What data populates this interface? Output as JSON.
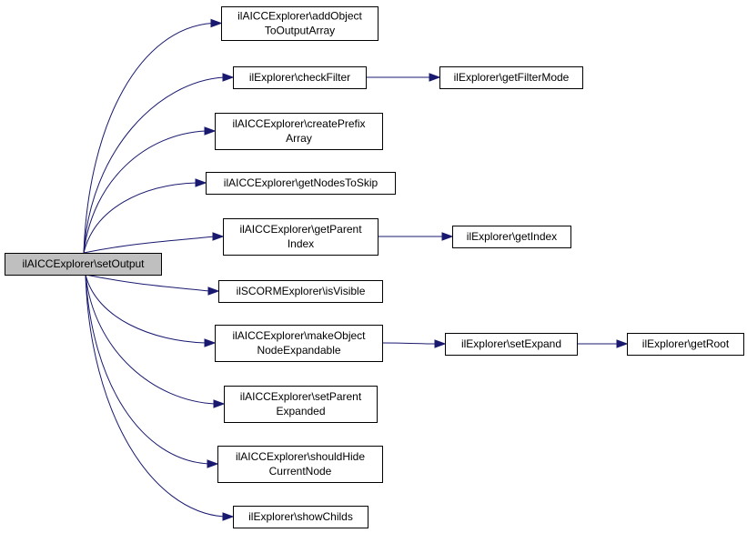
{
  "colors": {
    "edge": "#191970",
    "root_fill": "#bfbfbf",
    "node_fill": "#ffffff",
    "border": "#000000"
  },
  "nodes": [
    {
      "id": "setOutput",
      "lines": [
        "ilAICCExplorer\\setOutput"
      ],
      "root": true
    },
    {
      "id": "addObjectToOutputArray",
      "lines": [
        "ilAICCExplorer\\addObject",
        "ToOutputArray"
      ]
    },
    {
      "id": "checkFilter",
      "lines": [
        "ilExplorer\\checkFilter"
      ]
    },
    {
      "id": "getFilterMode",
      "lines": [
        "ilExplorer\\getFilterMode"
      ]
    },
    {
      "id": "createPrefixArray",
      "lines": [
        "ilAICCExplorer\\createPrefix",
        "Array"
      ]
    },
    {
      "id": "getNodesToSkip",
      "lines": [
        "ilAICCExplorer\\getNodesToSkip"
      ]
    },
    {
      "id": "getParentIndex",
      "lines": [
        "ilAICCExplorer\\getParent",
        "Index"
      ]
    },
    {
      "id": "getIndex",
      "lines": [
        "ilExplorer\\getIndex"
      ]
    },
    {
      "id": "isVisible",
      "lines": [
        "ilSCORMExplorer\\isVisible"
      ]
    },
    {
      "id": "makeObjectNodeExpandable",
      "lines": [
        "ilAICCExplorer\\makeObject",
        "NodeExpandable"
      ]
    },
    {
      "id": "setExpand",
      "lines": [
        "ilExplorer\\setExpand"
      ]
    },
    {
      "id": "getRoot",
      "lines": [
        "ilExplorer\\getRoot"
      ]
    },
    {
      "id": "setParentExpanded",
      "lines": [
        "ilAICCExplorer\\setParent",
        "Expanded"
      ]
    },
    {
      "id": "shouldHideCurrentNode",
      "lines": [
        "ilAICCExplorer\\shouldHide",
        "CurrentNode"
      ]
    },
    {
      "id": "showChilds",
      "lines": [
        "ilExplorer\\showChilds"
      ]
    }
  ],
  "edges": [
    {
      "from": "setOutput",
      "to": "addObjectToOutputArray"
    },
    {
      "from": "setOutput",
      "to": "checkFilter"
    },
    {
      "from": "setOutput",
      "to": "createPrefixArray"
    },
    {
      "from": "setOutput",
      "to": "getNodesToSkip"
    },
    {
      "from": "setOutput",
      "to": "getParentIndex"
    },
    {
      "from": "setOutput",
      "to": "isVisible"
    },
    {
      "from": "setOutput",
      "to": "makeObjectNodeExpandable"
    },
    {
      "from": "setOutput",
      "to": "setParentExpanded"
    },
    {
      "from": "setOutput",
      "to": "shouldHideCurrentNode"
    },
    {
      "from": "setOutput",
      "to": "showChilds"
    },
    {
      "from": "checkFilter",
      "to": "getFilterMode"
    },
    {
      "from": "getParentIndex",
      "to": "getIndex"
    },
    {
      "from": "makeObjectNodeExpandable",
      "to": "setExpand"
    },
    {
      "from": "setExpand",
      "to": "getRoot"
    }
  ]
}
